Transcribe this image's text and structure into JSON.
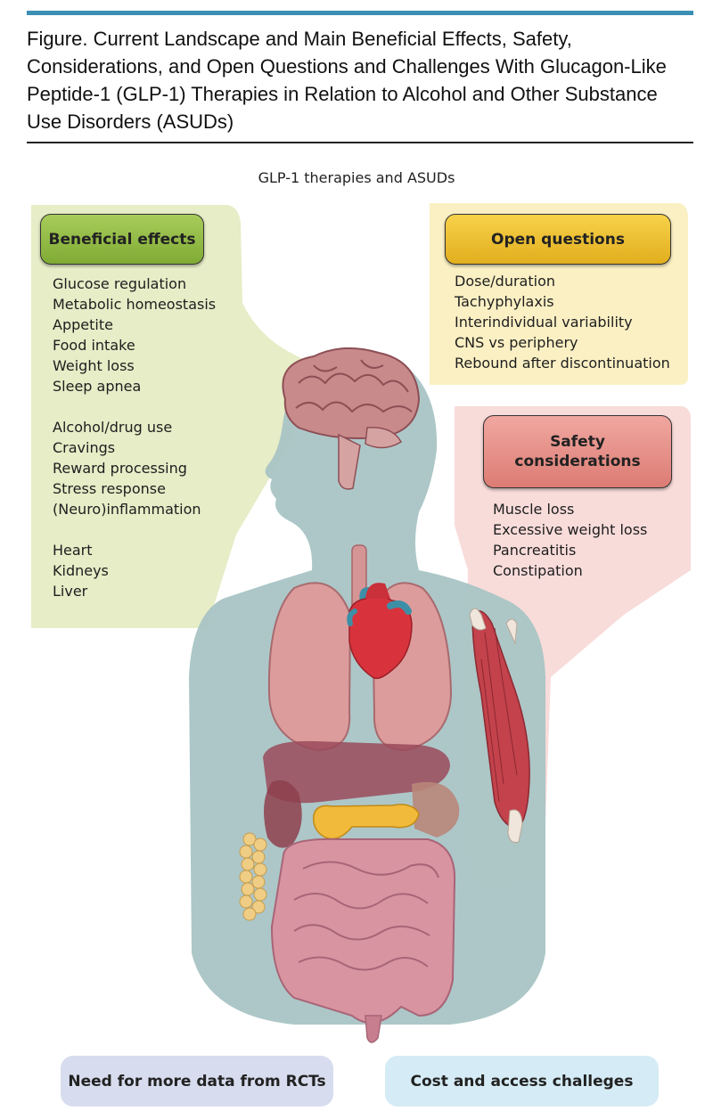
{
  "figure": {
    "title": "Figure. Current Landscape and Main Beneficial Effects, Safety, Considerations, and Open Questions and Challenges With Glucagon-Like Peptide-1 (GLP-1) Therapies in Relation to Alcohol and Other Substance Use Disorders (ASUDs)",
    "subtitle": "GLP-1 therapies and ASUDs"
  },
  "beneficial": {
    "label": "Beneficial effects",
    "items": [
      "Glucose regulation",
      "Metabolic homeostasis",
      "Appetite",
      "Food intake",
      "Weight loss",
      "Sleep apnea",
      "Alcohol/drug use",
      "Cravings",
      "Reward processing",
      "Stress response",
      "(Neuro)inflammation",
      "Heart",
      "Kidneys",
      "Liver"
    ]
  },
  "open_questions": {
    "label": "Open questions",
    "items": [
      "Dose/duration",
      "Tachyphylaxis",
      "Interindividual variability",
      "CNS vs periphery",
      "Rebound after discontinuation"
    ]
  },
  "safety": {
    "label_line1": "Safety",
    "label_line2": "considerations",
    "items": [
      "Muscle loss",
      "Excessive weight loss",
      "Pancreatitis",
      "Constipation"
    ]
  },
  "challenges": {
    "left": "Need for more data from RCTs",
    "right": "Cost and access challeges"
  },
  "colors": {
    "green_region": "#e6edc7",
    "yellow_region": "#fbf0c4",
    "red_region": "#f8dcda",
    "body": "#a9c4c5",
    "accent_rule": "#3a8fb5"
  }
}
